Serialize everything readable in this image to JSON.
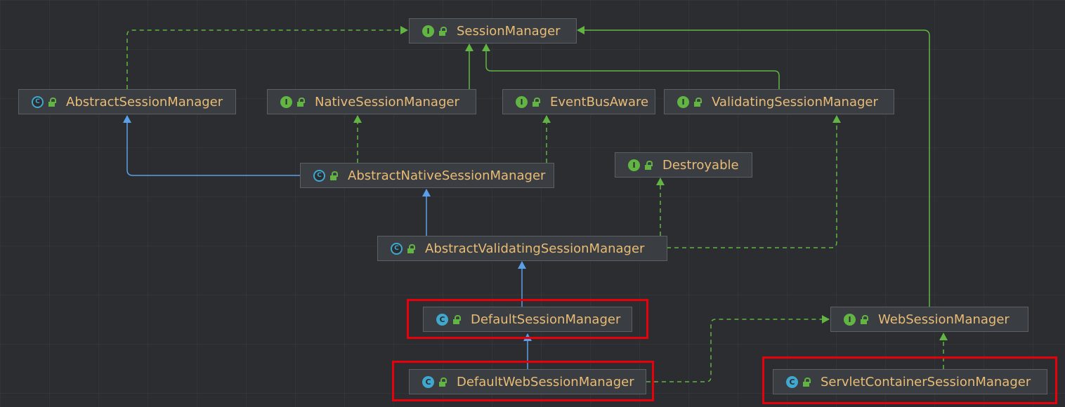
{
  "colors": {
    "background": "#2b2d30",
    "node_fill": "#3a3d41",
    "node_border": "#5c6066",
    "node_text": "#e9bc76",
    "interface_badge": "#62b543",
    "class_badge": "#40a8ce",
    "implements_edge": "#62b543",
    "extends_edge": "#5aa0e8",
    "highlight": "#e8000b"
  },
  "nodes": [
    {
      "id": "session-manager",
      "label": "SessionManager",
      "kind": "interface",
      "badge": "I"
    },
    {
      "id": "abstract-session-manager",
      "label": "AbstractSessionManager",
      "kind": "abstract-class",
      "badge": "C"
    },
    {
      "id": "native-session-manager",
      "label": "NativeSessionManager",
      "kind": "interface",
      "badge": "I"
    },
    {
      "id": "event-bus-aware",
      "label": "EventBusAware",
      "kind": "interface",
      "badge": "I"
    },
    {
      "id": "validating-session-manager",
      "label": "ValidatingSessionManager",
      "kind": "interface",
      "badge": "I"
    },
    {
      "id": "abstract-native-session-manager",
      "label": "AbstractNativeSessionManager",
      "kind": "abstract-class",
      "badge": "C"
    },
    {
      "id": "destroyable",
      "label": "Destroyable",
      "kind": "interface",
      "badge": "I"
    },
    {
      "id": "abstract-validating-session-manager",
      "label": "AbstractValidatingSessionManager",
      "kind": "abstract-class",
      "badge": "C"
    },
    {
      "id": "default-session-manager",
      "label": "DefaultSessionManager",
      "kind": "class",
      "badge": "C"
    },
    {
      "id": "web-session-manager",
      "label": "WebSessionManager",
      "kind": "interface",
      "badge": "I"
    },
    {
      "id": "default-web-session-manager",
      "label": "DefaultWebSessionManager",
      "kind": "class",
      "badge": "C"
    },
    {
      "id": "servlet-container-session-manager",
      "label": "ServletContainerSessionManager",
      "kind": "class",
      "badge": "C"
    }
  ],
  "edges": [
    {
      "from": "abstract-session-manager",
      "to": "session-manager",
      "type": "implements"
    },
    {
      "from": "native-session-manager",
      "to": "session-manager",
      "type": "extends-interface"
    },
    {
      "from": "validating-session-manager",
      "to": "session-manager",
      "type": "extends-interface"
    },
    {
      "from": "web-session-manager",
      "to": "session-manager",
      "type": "extends-interface"
    },
    {
      "from": "abstract-native-session-manager",
      "to": "abstract-session-manager",
      "type": "extends"
    },
    {
      "from": "abstract-native-session-manager",
      "to": "native-session-manager",
      "type": "implements"
    },
    {
      "from": "abstract-native-session-manager",
      "to": "event-bus-aware",
      "type": "implements"
    },
    {
      "from": "abstract-validating-session-manager",
      "to": "abstract-native-session-manager",
      "type": "extends"
    },
    {
      "from": "abstract-validating-session-manager",
      "to": "destroyable",
      "type": "implements"
    },
    {
      "from": "abstract-validating-session-manager",
      "to": "validating-session-manager",
      "type": "implements"
    },
    {
      "from": "default-session-manager",
      "to": "abstract-validating-session-manager",
      "type": "extends"
    },
    {
      "from": "default-web-session-manager",
      "to": "default-session-manager",
      "type": "extends"
    },
    {
      "from": "default-web-session-manager",
      "to": "web-session-manager",
      "type": "implements"
    },
    {
      "from": "servlet-container-session-manager",
      "to": "web-session-manager",
      "type": "implements"
    }
  ],
  "highlighted": [
    "default-session-manager",
    "default-web-session-manager",
    "servlet-container-session-manager"
  ]
}
